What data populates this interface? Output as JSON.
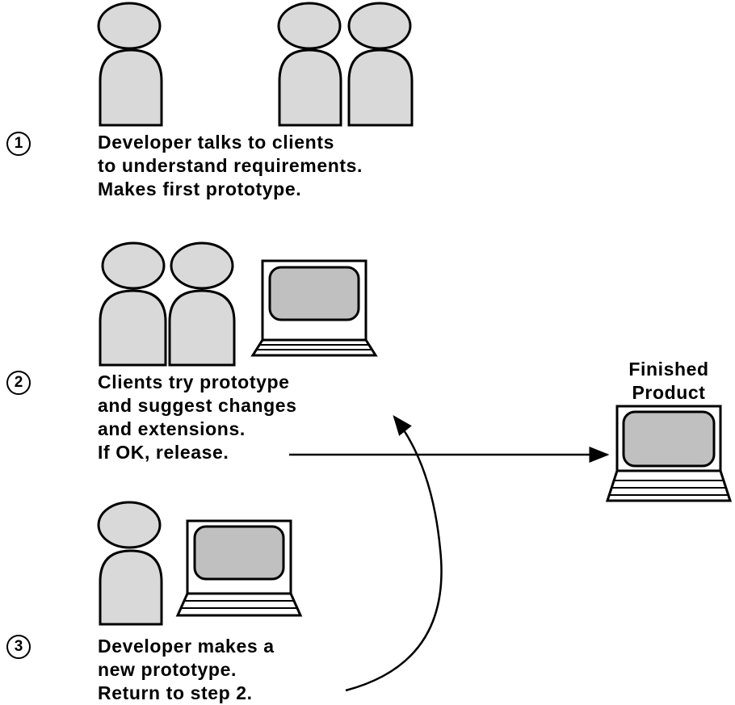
{
  "steps": [
    {
      "number": "1",
      "lines": [
        "Developer talks to clients",
        "to understand requirements.",
        "Makes first prototype."
      ]
    },
    {
      "number": "2",
      "lines": [
        "Clients try prototype",
        "and suggest changes",
        "and extensions.",
        "If OK, release."
      ]
    },
    {
      "number": "3",
      "lines": [
        "Developer makes a",
        "new prototype.",
        "Return to step 2."
      ]
    }
  ],
  "finished_product": {
    "lines": [
      "Finished",
      "Product"
    ]
  },
  "icons": {
    "person": "person-icon",
    "laptop": "laptop-icon",
    "arrow": "arrow-icon"
  },
  "colors": {
    "person_fill": "#d9d9d9",
    "screen_fill": "#c0c0c0",
    "outline": "#000000",
    "body_fill": "#ffffff"
  }
}
